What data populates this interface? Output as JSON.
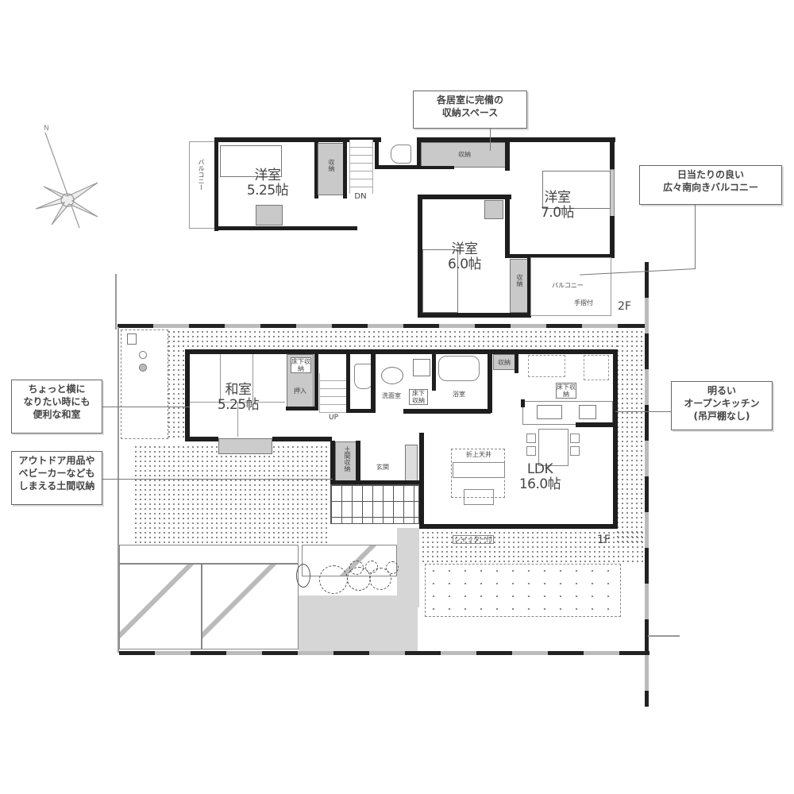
{
  "compass": {
    "north_label": "N",
    "icon": "compass-rose-icon"
  },
  "floors": {
    "second": {
      "label": "2F",
      "rooms": [
        {
          "id": "western-room-a",
          "name": "洋室",
          "size": "5.25帖"
        },
        {
          "id": "western-room-b",
          "name": "洋室",
          "size": "7.0帖"
        },
        {
          "id": "western-room-c",
          "name": "洋室",
          "size": "6.0帖"
        }
      ],
      "balcony_west_label": "バルコニー",
      "balcony_south_label": "バルコニー",
      "handrail_label": "手摺付",
      "storage_label": "収納",
      "stairs_label": "DN"
    },
    "first": {
      "label": "1F",
      "rooms": [
        {
          "id": "japanese-room",
          "name": "和室",
          "size": "5.25帖"
        },
        {
          "id": "ldk",
          "name": "LDK",
          "size": "16.0帖"
        }
      ],
      "closet_label": "押入",
      "underfloor_storage_label": "床下収納",
      "washroom_label": "洗面室",
      "bathroom_label": "浴室",
      "entrance_label": "玄関",
      "earthen_storage_label": "土間収納",
      "pantry_label": "収納",
      "stairs_label": "UP",
      "ceiling_label": "折上天井",
      "shutter_label": "シャッター付"
    }
  },
  "callouts": {
    "storage": [
      "各居室に完備の",
      "収納スペース"
    ],
    "balcony": [
      "日当たりの良い",
      "広々南向きバルコニー"
    ],
    "japanese_room": [
      "ちょっと横に",
      "なりたい時にも",
      "便利な和室"
    ],
    "earthen_storage": [
      "アウトドア用品や",
      "ベビーカーなども",
      "しまえる土間収納"
    ],
    "kitchen": [
      "明るい",
      "オープンキッチン",
      "(吊戸棚なし)"
    ]
  }
}
